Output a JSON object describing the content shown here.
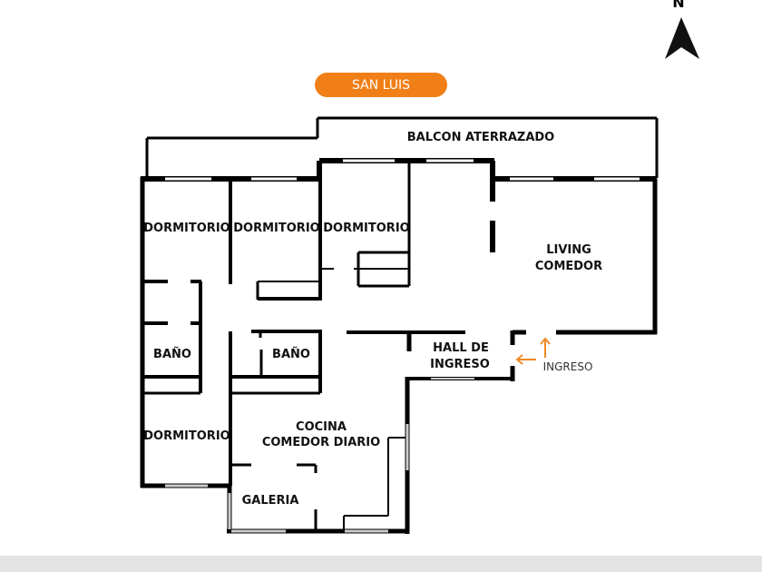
{
  "street": "SAN LUIS",
  "compass": {
    "north_label": "N"
  },
  "rooms": {
    "balcon": "BALCON ATERRAZADO",
    "dorm1": "DORMITORIO",
    "dorm2": "DORMITORIO",
    "dorm3": "DORMITORIO",
    "living_1": "LIVING",
    "living_2": "COMEDOR",
    "bano1": "BAÑO",
    "bano2": "BAÑO",
    "hall_1": "HALL DE",
    "hall_2": "INGRESO",
    "dorm4": "DORMITORIO",
    "cocina_1": "COCINA",
    "cocina_2": "COMEDOR DIARIO",
    "galeria": "GALERIA"
  },
  "entrance": {
    "label": "INGRESO",
    "color": "#f08a24"
  },
  "colors": {
    "accent": "#f07f17",
    "wall": "#000000"
  }
}
